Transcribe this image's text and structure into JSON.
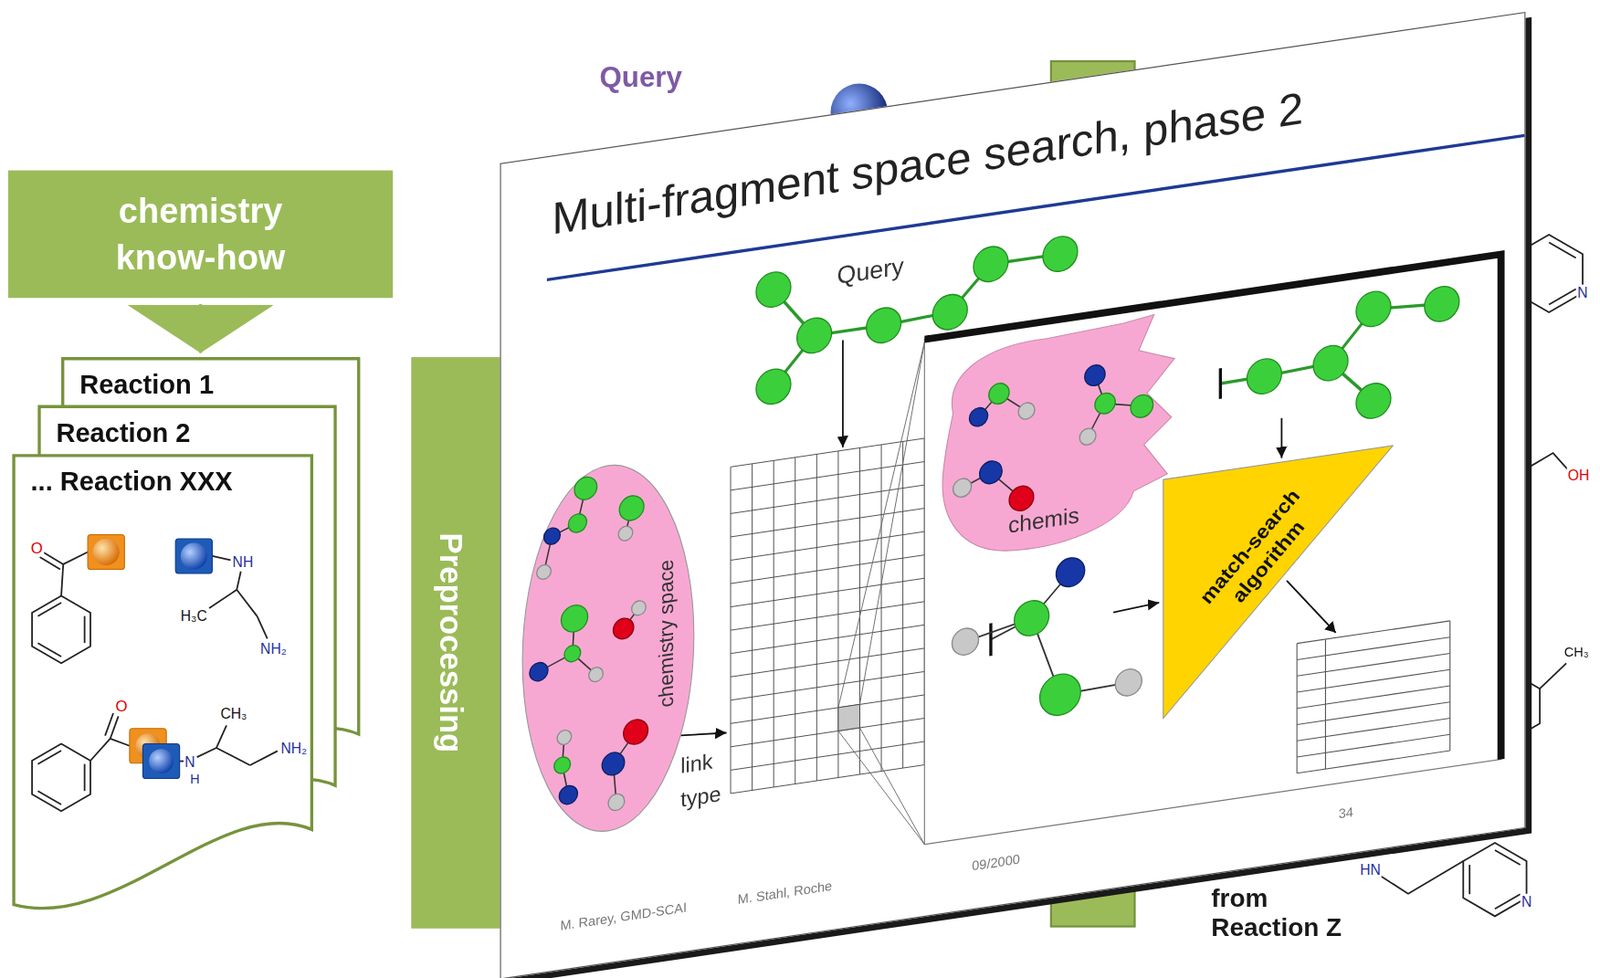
{
  "diagram": {
    "nodes": [
      {
        "text": [
          "chemistry know-how"
        ]
      },
      {
        "text": [
          "Reaction 1"
        ]
      },
      {
        "text": [
          "Reaction 2"
        ]
      },
      {
        "text": [
          "... Reaction XXX"
        ]
      },
      {
        "text": [
          "Preprocessing"
        ]
      },
      {
        "text": [
          "Multi-fragment space search, phase 2"
        ]
      },
      {
        "text": [
          "chemistry space"
        ],
        "in": 5
      },
      {
        "text": [
          "chemis"
        ],
        "in": 5
      },
      {
        "text": [
          "match-search algorithm"
        ],
        "in": 5
      }
    ],
    "edges": [
      {
        "from": 0,
        "to": 1,
        "arrow": "to"
      }
    ],
    "labels": [
      "O",
      "NH",
      "H₃C",
      "NH₂",
      "O",
      "CH₃",
      "N",
      "H",
      "NH₂",
      "Query",
      "Query",
      "link type",
      "34",
      "09/2000",
      "M. Rarey, GMD-SCAI",
      "M. Stahl, Roche",
      "N",
      "OH",
      "CH₃",
      "HN",
      "N",
      "from Reaction Z"
    ]
  }
}
